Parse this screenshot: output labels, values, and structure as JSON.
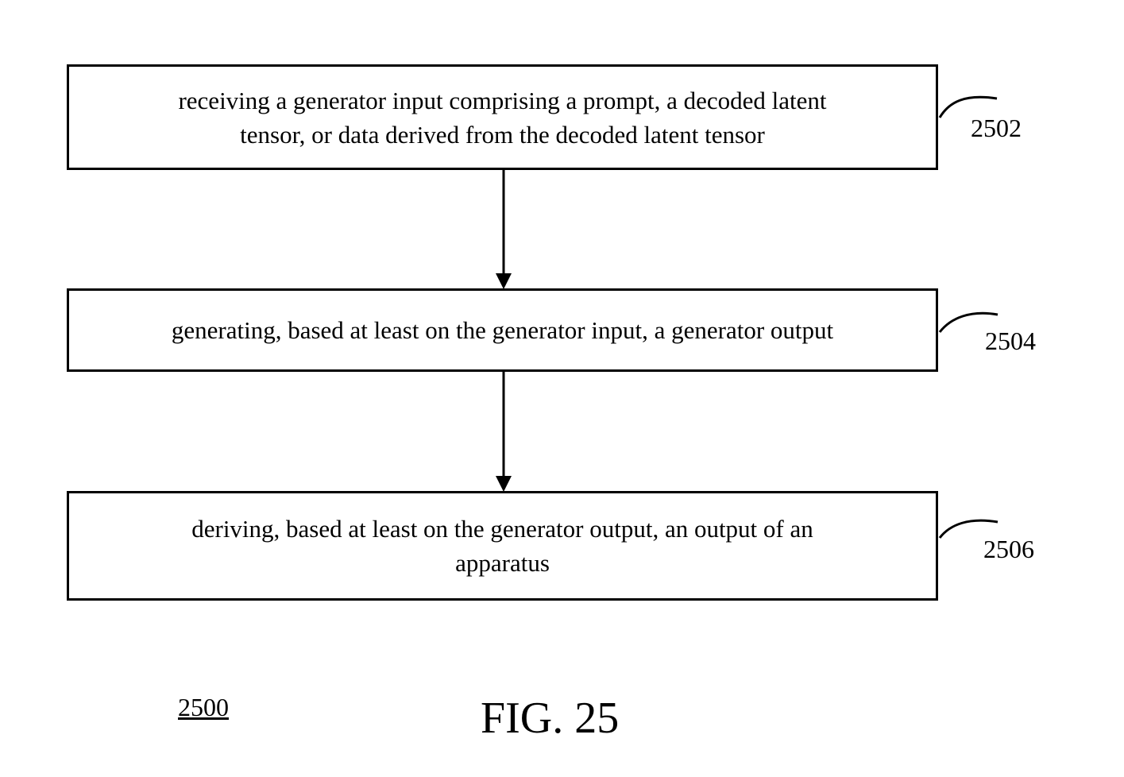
{
  "steps": [
    {
      "ref": "2502",
      "text": "receiving a generator input comprising a prompt, a decoded latent\ntensor, or data derived from the decoded latent tensor"
    },
    {
      "ref": "2504",
      "text": "generating, based at least on the generator input, a generator output"
    },
    {
      "ref": "2506",
      "text": "deriving, based at least on the generator output, an output of  an\napparatus"
    }
  ],
  "figure_number": "2500",
  "figure_caption": "FIG. 25"
}
